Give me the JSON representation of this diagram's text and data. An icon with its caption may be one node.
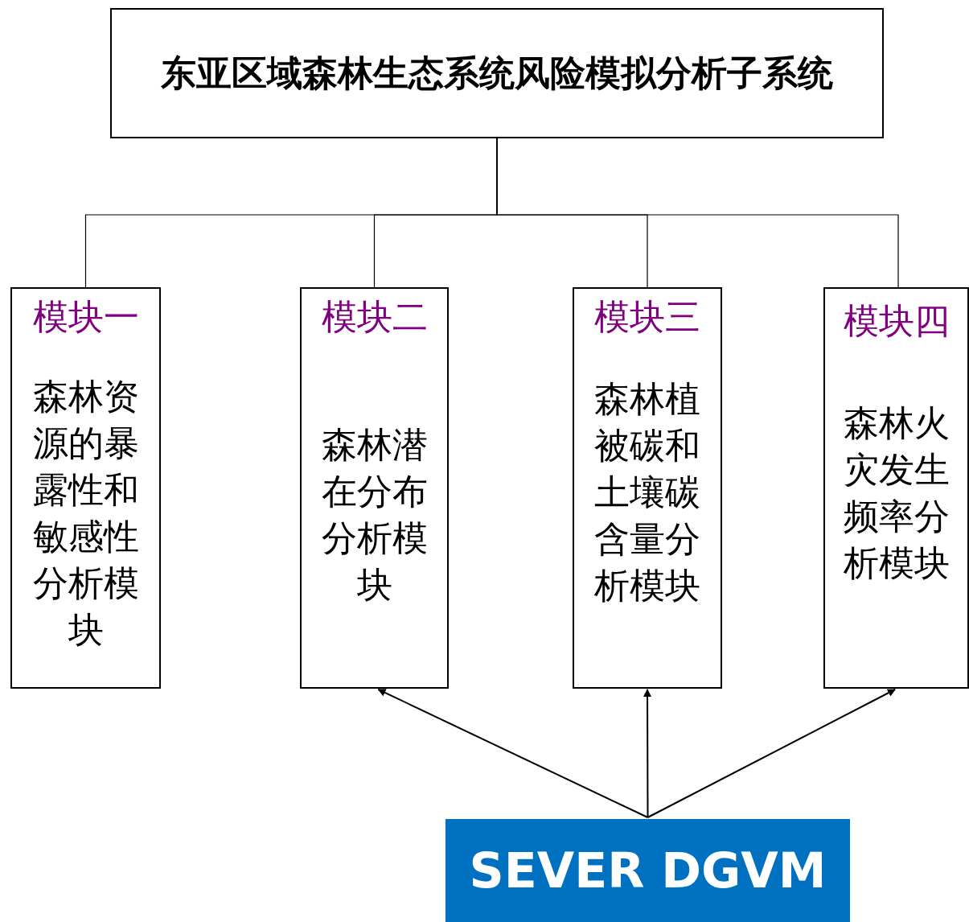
{
  "diagram": {
    "nodes": [
      {
        "text": [
          "东亚区域森林生态系统风险模拟分析子系统"
        ]
      },
      {
        "text": [
          "模块一",
          "森林资源的暴露性和敏感性分析模块"
        ]
      },
      {
        "text": [
          "模块二",
          "森林潜在分布分析模块"
        ]
      },
      {
        "text": [
          "模块三",
          "森林植被碳和土壤碳含量分析模块"
        ]
      },
      {
        "text": [
          "模块四",
          "森林火灾发生频率分析模块"
        ]
      },
      {
        "text": [
          "SEVER DGVM"
        ]
      }
    ],
    "edges": [
      {
        "from": 0,
        "to": 1,
        "arrow": "none"
      },
      {
        "from": 0,
        "to": 2,
        "arrow": "none"
      },
      {
        "from": 0,
        "to": 3,
        "arrow": "none"
      },
      {
        "from": 0,
        "to": 4,
        "arrow": "none"
      },
      {
        "from": 5,
        "to": 2,
        "arrow": "to"
      },
      {
        "from": 5,
        "to": 3,
        "arrow": "to"
      },
      {
        "from": 5,
        "to": 4,
        "arrow": "to"
      }
    ]
  }
}
